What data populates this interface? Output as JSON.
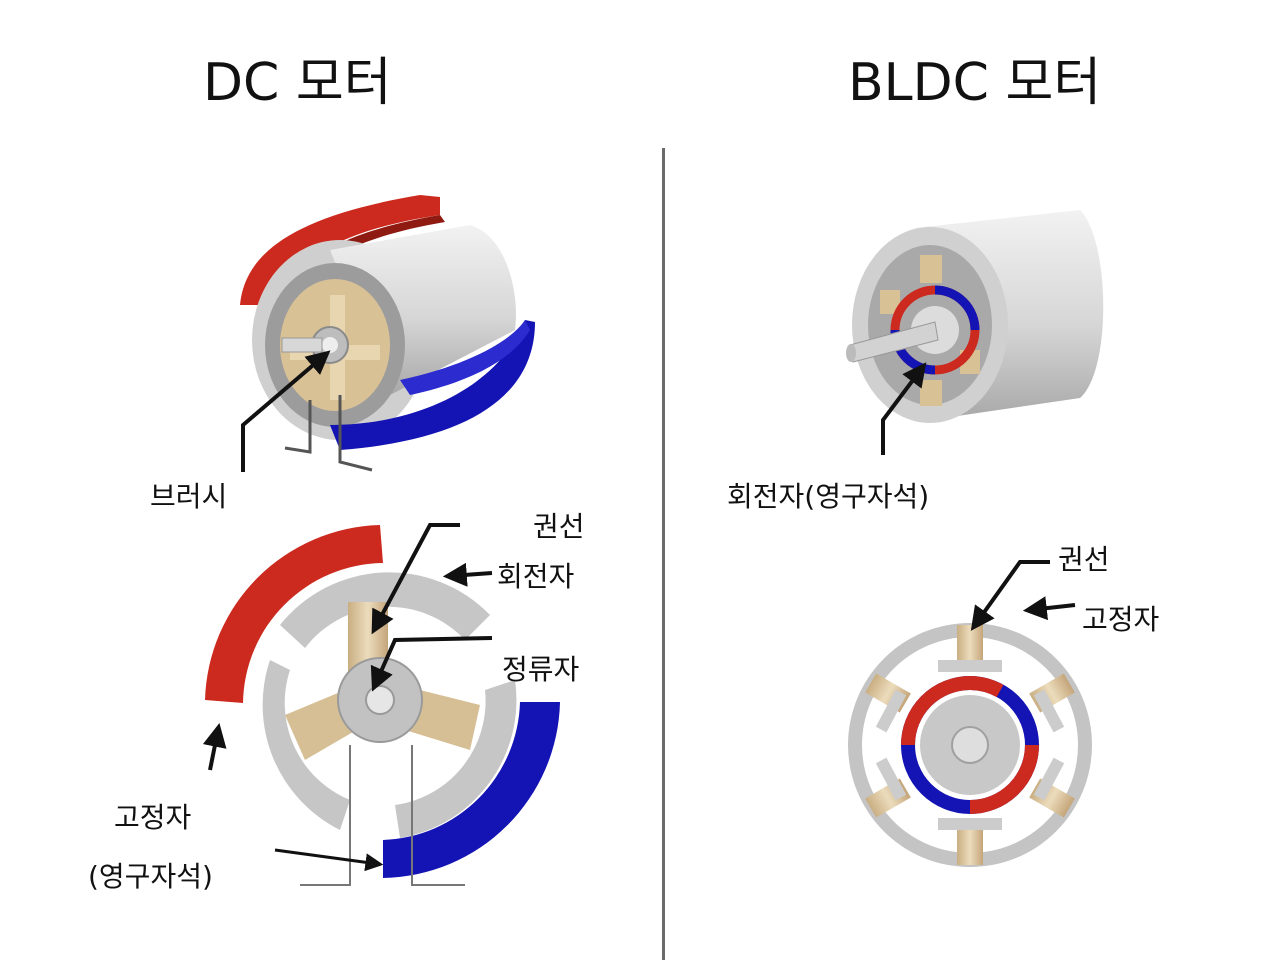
{
  "titles": {
    "left": "DC 모터",
    "right": "BLDC 모터"
  },
  "dc": {
    "brush": "브러시",
    "winding": "권선",
    "rotor": "회전자",
    "commutator": "정류자",
    "stator": "고정자",
    "stator_note": "(영구자석)"
  },
  "bldc": {
    "rotor_pm": "회전자(영구자석)",
    "winding": "권선",
    "stator": "고정자"
  },
  "colors": {
    "magnet_red": "#cc2a1e",
    "magnet_blue": "#1414b4",
    "steel": "#c8c8c8",
    "copper": "#e2cda8"
  }
}
